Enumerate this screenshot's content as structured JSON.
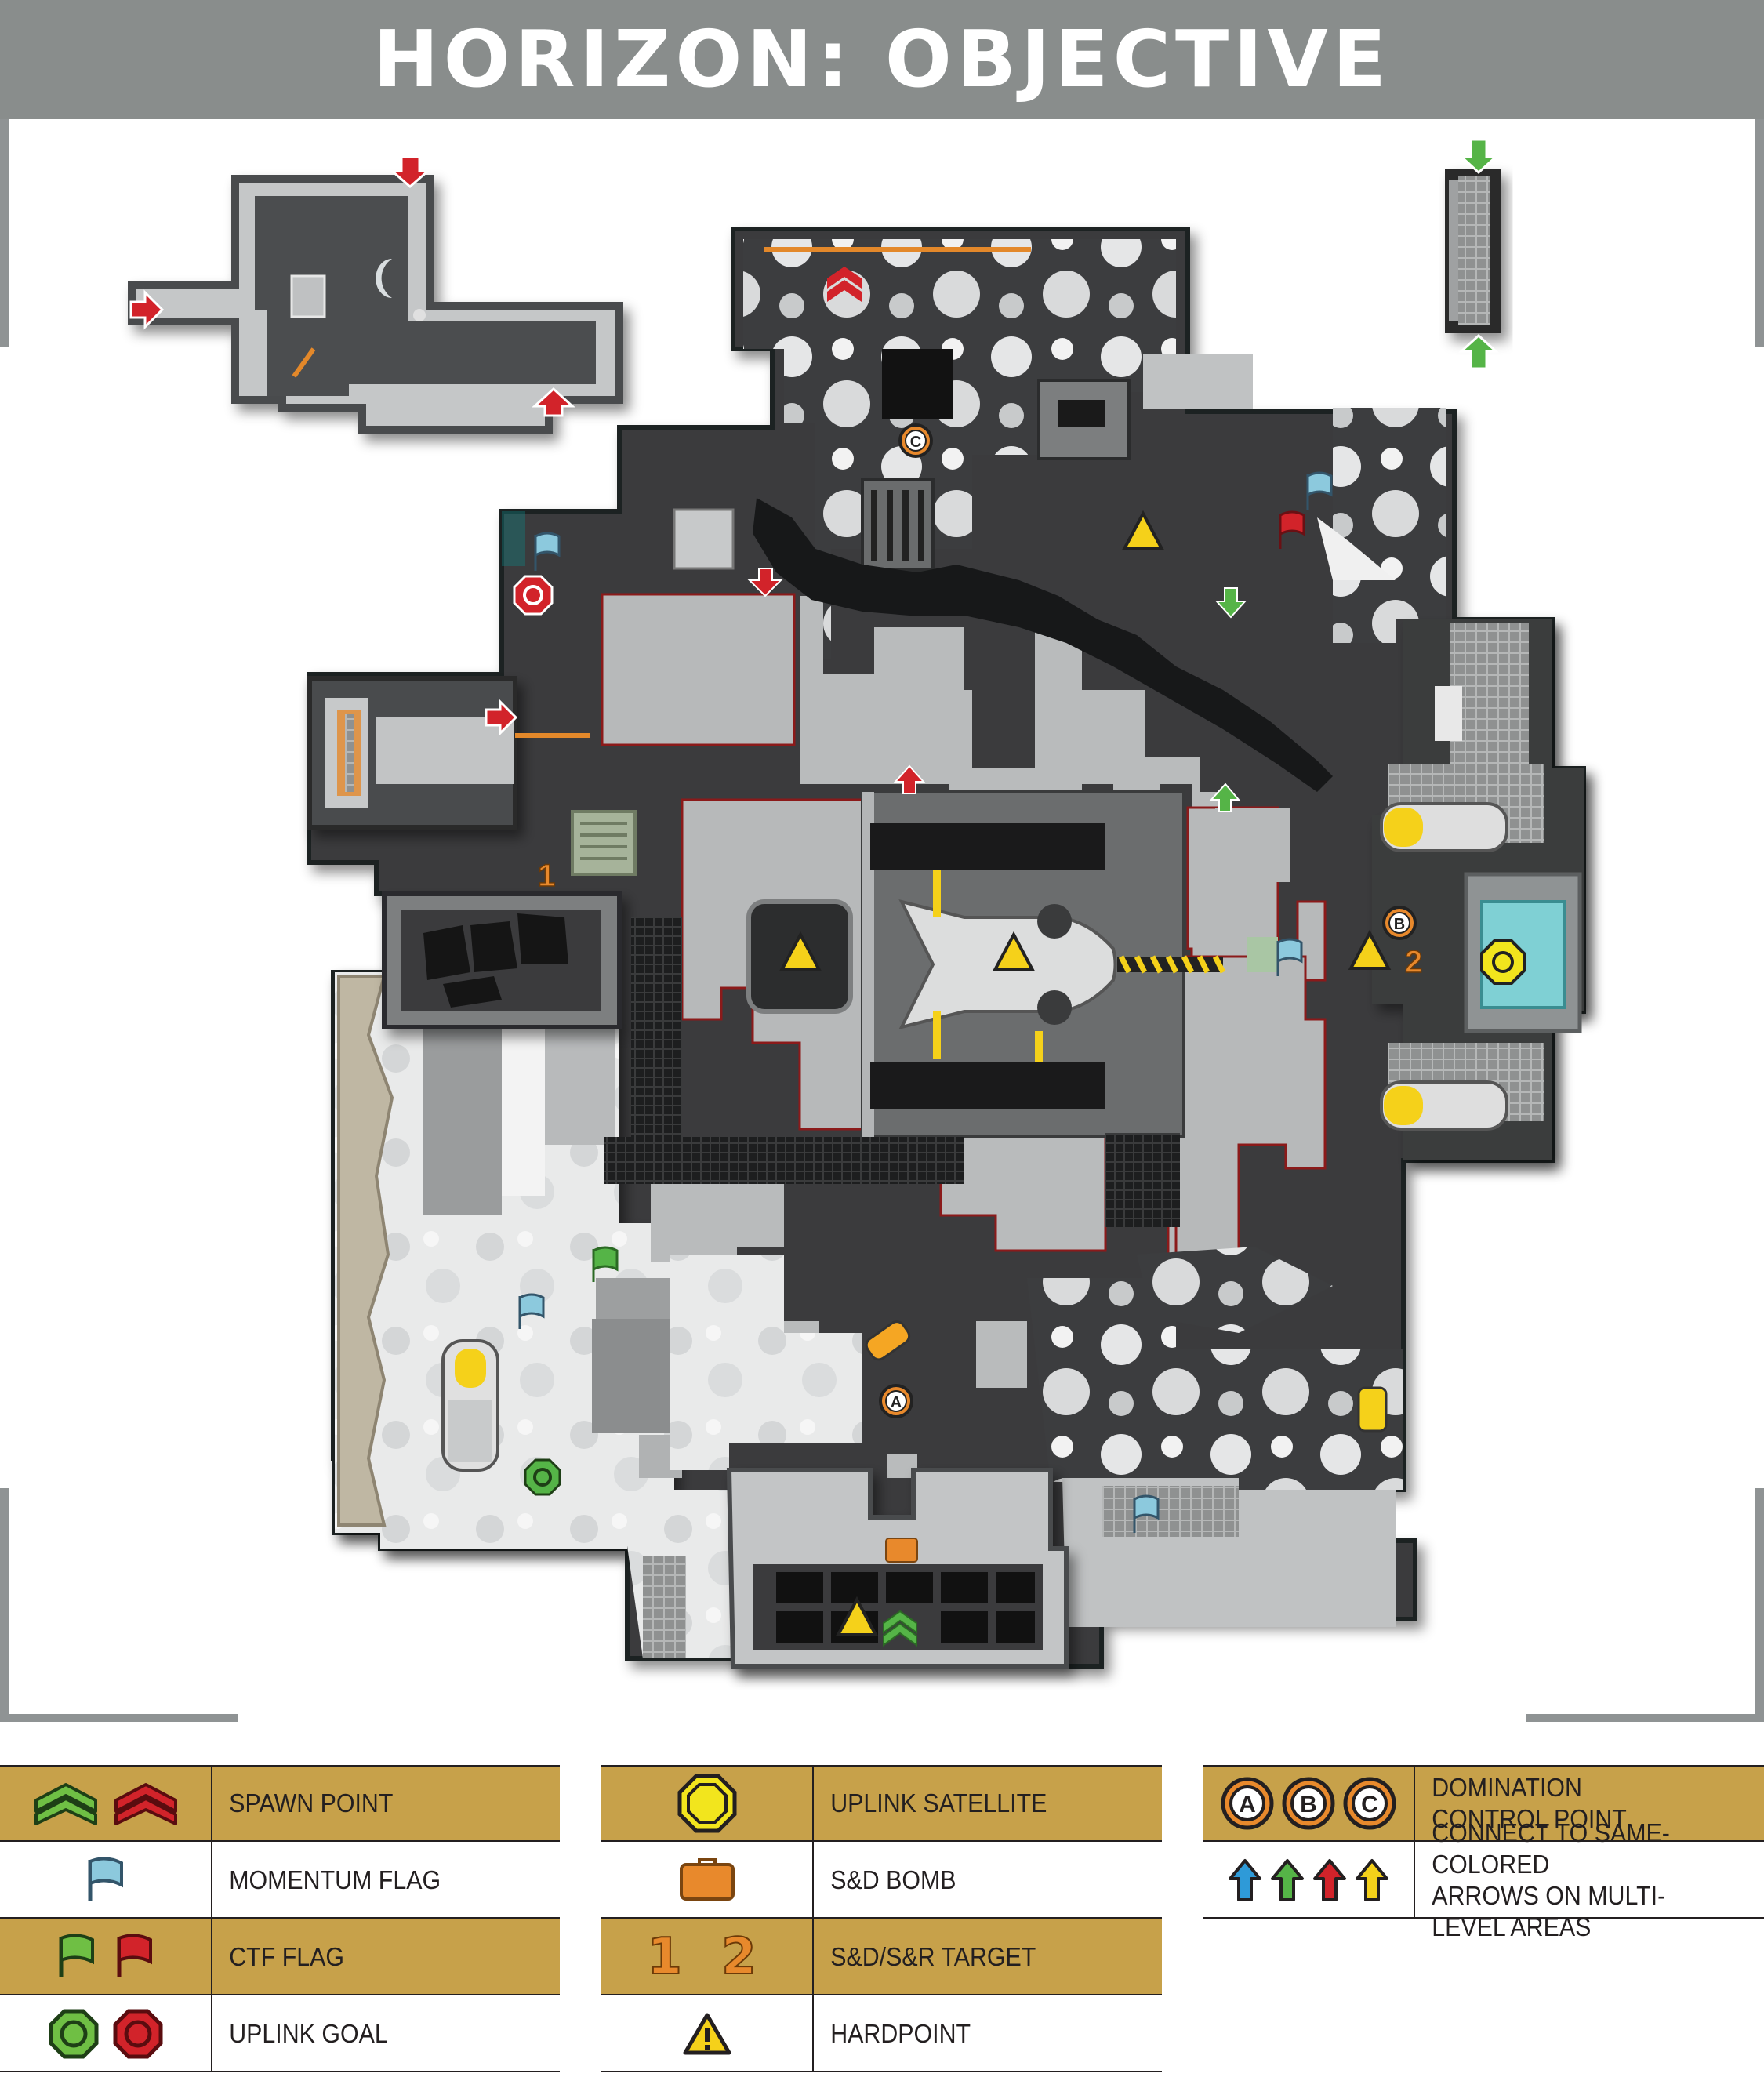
{
  "title": "HORIZON: OBJECTIVE",
  "colors": {
    "header_bg": "#898d8c",
    "legend_gold": "#c7a14a",
    "spawn_green": "#6fbf44",
    "spawn_red": "#d2232a",
    "momentum_blue": "#8cc9dd",
    "uplink_yellow": "#f2e51d",
    "bomb_orange": "#e8892c",
    "target_orange": "#e8892c",
    "hardpoint_yellow": "#f5d11a",
    "arrow_blue": "#2e9ad8",
    "arrow_green": "#55b447",
    "arrow_red": "#d2232a",
    "arrow_yellow": "#f5d11a"
  },
  "map": {
    "target_labels": [
      "1",
      "2"
    ],
    "domination_labels": [
      "A",
      "B",
      "C"
    ]
  },
  "legend": {
    "col1": [
      {
        "icon": "spawn-point-icons",
        "label": "SPAWN POINT"
      },
      {
        "icon": "momentum-flag-icon",
        "label": "MOMENTUM FLAG"
      },
      {
        "icon": "ctf-flag-icons",
        "label": "CTF FLAG"
      },
      {
        "icon": "uplink-goal-icons",
        "label": "UPLINK GOAL"
      }
    ],
    "col2": [
      {
        "icon": "uplink-satellite-icon",
        "label": "UPLINK SATELLITE"
      },
      {
        "icon": "bomb-icon",
        "label": "S&D BOMB"
      },
      {
        "icon": "target-icons",
        "label": "S&D/S&R TARGET",
        "glyphs": "1 2"
      },
      {
        "icon": "hardpoint-icon",
        "label": "HARDPOINT"
      }
    ],
    "col3": [
      {
        "icon": "domination-icons",
        "label": "DOMINATION\nCONTROL POINT",
        "glyphs": [
          "A",
          "B",
          "C"
        ]
      },
      {
        "icon": "level-arrow-icons",
        "label": "CONNECT TO SAME-COLORED\nARROWS ON MULTI-LEVEL AREAS"
      }
    ]
  }
}
